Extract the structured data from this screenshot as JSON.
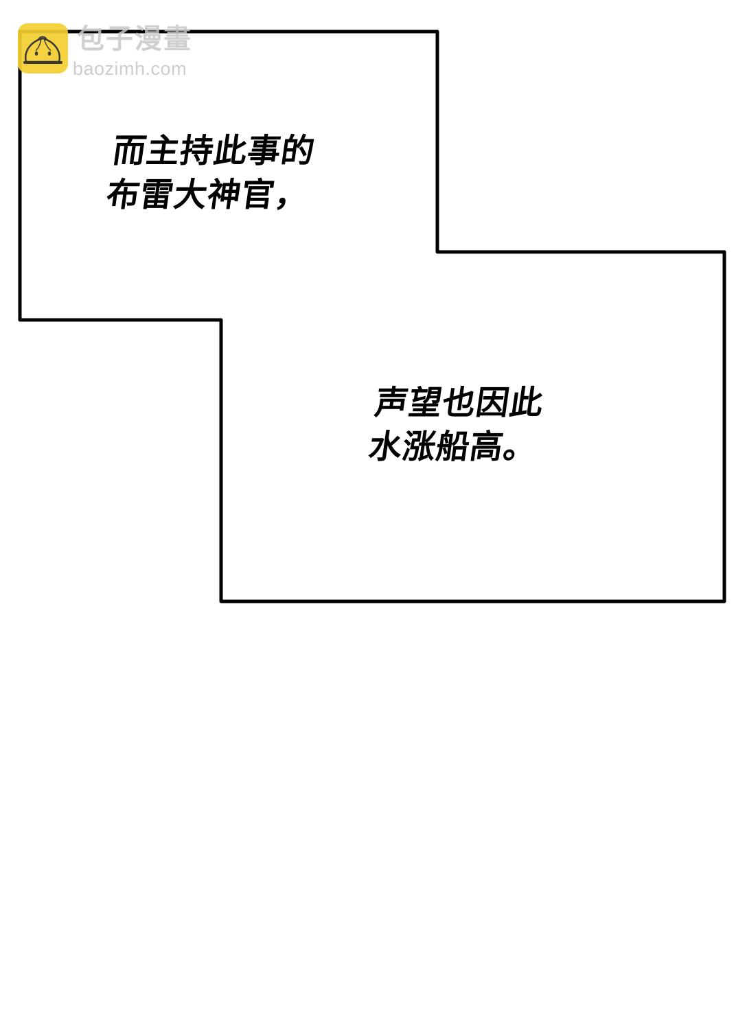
{
  "watermark": {
    "title": "包子漫畫",
    "url": "baozimh.com",
    "logo_icon": "steamed-bun-icon",
    "logo_color": "#f5d030",
    "text_color": "#c8c8c8"
  },
  "panel": {
    "border_color": "#000000",
    "background": "#ffffff",
    "captions": [
      {
        "lines": [
          "而主持此事的",
          "布雷大神官，"
        ]
      },
      {
        "lines": [
          "声望也因此",
          "水涨船高。"
        ]
      }
    ]
  }
}
